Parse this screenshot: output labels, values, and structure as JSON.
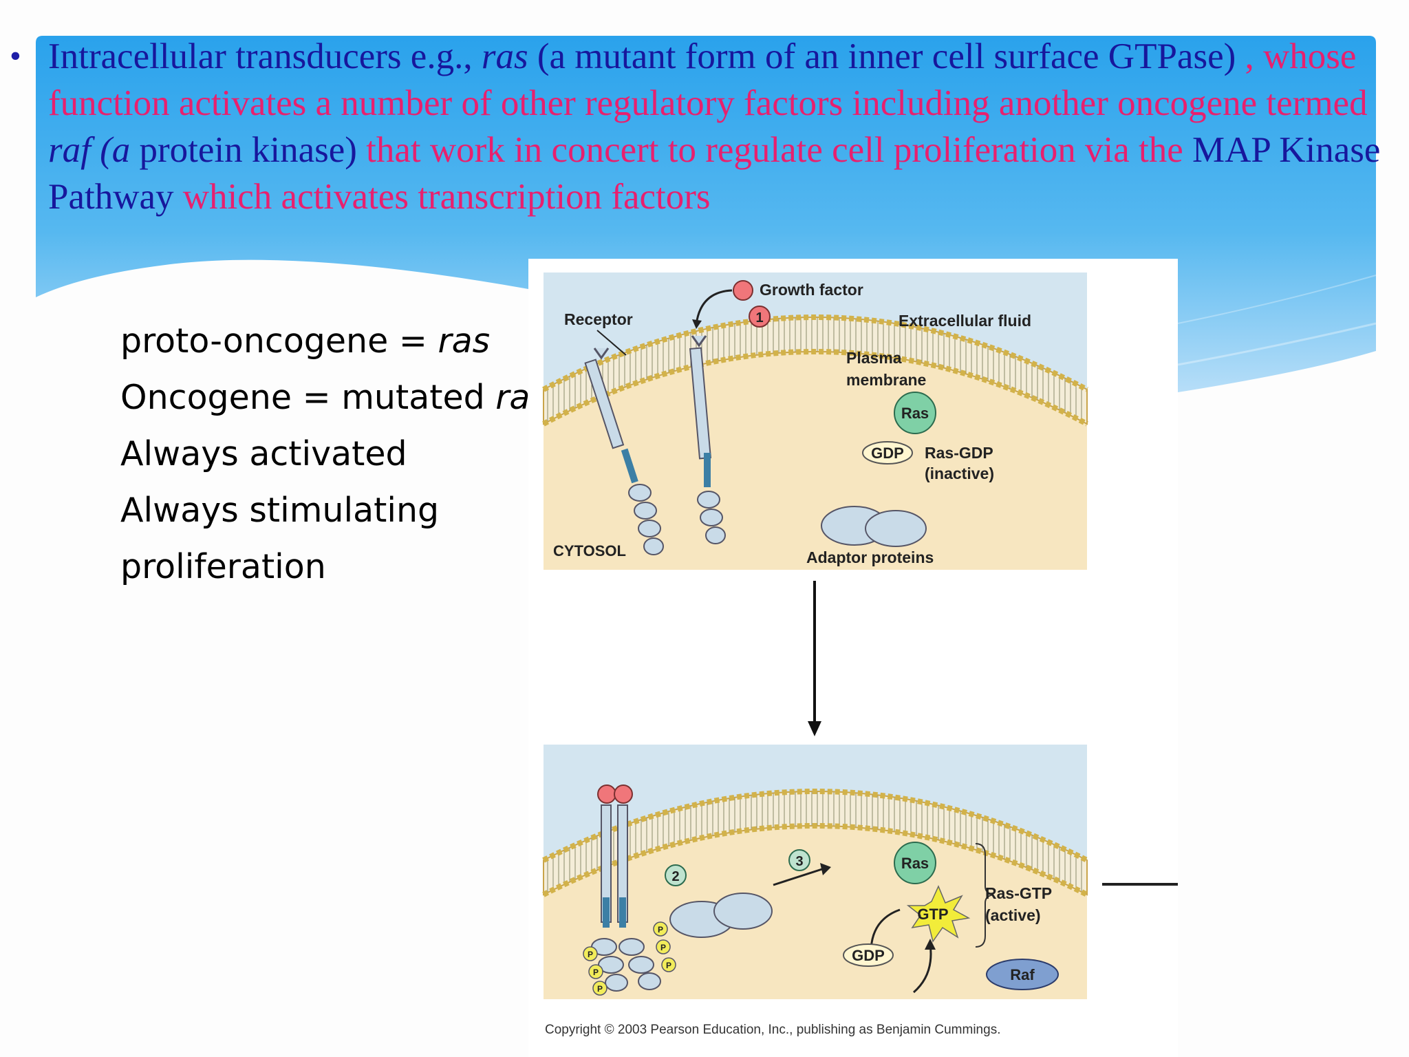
{
  "slide": {
    "bullet_symbol": "•",
    "bullet_parts": [
      {
        "text": "Intracellular transducers e.g., ",
        "color": "blue",
        "italic": false
      },
      {
        "text": "ras",
        "color": "blue",
        "italic": true
      },
      {
        "text": "  (a mutant form of an inner cell surface GTPase) ",
        "color": "blue",
        "italic": false
      },
      {
        "text": ", whose function activates a number of other regulatory factors including another oncogene termed ",
        "color": "pink",
        "italic": false
      },
      {
        "text": "raf (a",
        "color": "blue",
        "italic": true
      },
      {
        "text": " protein kinase)",
        "color": "blue",
        "italic": false
      },
      {
        "text": " that work in concert to regulate cell proliferation via the ",
        "color": "pink",
        "italic": false
      },
      {
        "text": "MAP Kinase Pathway",
        "color": "blue",
        "italic": false
      },
      {
        "text": " which activates transcription factors",
        "color": "pink",
        "italic": false
      }
    ],
    "side_list": [
      {
        "text": "proto-oncogene = ",
        "italic_part": "ras"
      },
      {
        "text": "Oncogene = mutated ",
        "italic_part": "ras"
      },
      {
        "text": "Always activated",
        "italic_part": ""
      },
      {
        "text": "Always stimulating",
        "italic_part": ""
      },
      {
        "text": "proliferation",
        "italic_part": ""
      }
    ],
    "colors": {
      "blue": "#17179c",
      "pink": "#e8206e",
      "banner_top": "#2fa4ec",
      "banner_bottom": "#a9d6f6"
    }
  },
  "figure": {
    "top": {
      "growth_factor": "Growth factor",
      "step1": "1",
      "receptor": "Receptor",
      "extracellular_fluid": "Extracellular fluid",
      "plasma": "Plasma",
      "membrane": "membrane",
      "ras": "Ras",
      "gdp": "GDP",
      "ras_gdp": "Ras-GDP",
      "inactive": "(inactive)",
      "cytosol": "CYTOSOL",
      "adaptor_proteins": "Adaptor proteins"
    },
    "bottom": {
      "step2": "2",
      "step3": "3",
      "ras": "Ras",
      "gtp": "GTP",
      "gdp": "GDP",
      "ras_gtp": "Ras-GTP",
      "active": "(active)",
      "raf": "Raf",
      "phosphate": "P"
    },
    "copyright": "Copyright © 2003 Pearson Education, Inc., publishing as Benjamin Cummings."
  }
}
